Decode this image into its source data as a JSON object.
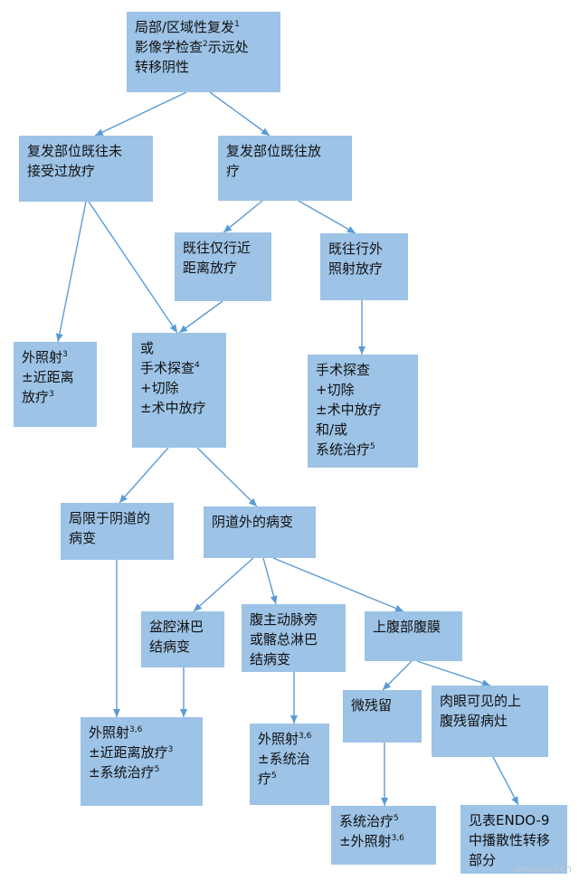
{
  "nodes": {
    "n1": {
      "lines": [
        [
          "局部/区域性复发",
          "1"
        ],
        [
          "影像学检查",
          "2",
          "示远处"
        ],
        [
          "转移阴性"
        ]
      ]
    },
    "n2": {
      "lines": [
        [
          "复发部位既往未"
        ],
        [
          "接受过放疗"
        ]
      ]
    },
    "n3": {
      "lines": [
        [
          "复发部位既往放"
        ],
        [
          "疗"
        ]
      ]
    },
    "n4": {
      "lines": [
        [
          "既往仅行近"
        ],
        [
          "距离放疗"
        ]
      ]
    },
    "n5": {
      "lines": [
        [
          "既往行外"
        ],
        [
          "照射放疗"
        ]
      ]
    },
    "n6": {
      "lines": [
        [
          "外照射",
          "3"
        ],
        [
          "±近距离"
        ],
        [
          "放疗",
          "3"
        ]
      ]
    },
    "n7": {
      "lines": [
        [
          "或"
        ],
        [
          "手术探查",
          "4"
        ],
        [
          "+切除"
        ],
        [
          "±术中放疗"
        ]
      ]
    },
    "n8": {
      "lines": [
        [
          "手术探查"
        ],
        [
          "+切除"
        ],
        [
          "±术中放疗"
        ],
        [
          "和/或"
        ],
        [
          "系统治疗",
          "5"
        ]
      ]
    },
    "n9": {
      "lines": [
        [
          "局限于阴道的"
        ],
        [
          "病变"
        ]
      ]
    },
    "n10": {
      "lines": [
        [
          "阴道外的病变"
        ]
      ]
    },
    "n11": {
      "lines": [
        [
          "盆腔淋巴"
        ],
        [
          "结病变"
        ]
      ]
    },
    "n12": {
      "lines": [
        [
          "腹主动脉旁"
        ],
        [
          "或髂总淋巴"
        ],
        [
          "结病变"
        ]
      ]
    },
    "n13": {
      "lines": [
        [
          "上腹部腹膜"
        ]
      ]
    },
    "n14": {
      "lines": [
        [
          "微残留"
        ]
      ]
    },
    "n15": {
      "lines": [
        [
          "肉眼可见的上"
        ],
        [
          "腹残留病灶"
        ]
      ]
    },
    "n16": {
      "lines": [
        [
          "外照射",
          "3,6"
        ],
        [
          "±近距离放疗",
          "3"
        ],
        [
          "±系统治疗",
          "5"
        ]
      ]
    },
    "n17": {
      "lines": [
        [
          "外照射",
          "3,6"
        ],
        [
          "±系统治"
        ],
        [
          "疗",
          "5"
        ]
      ]
    },
    "n18": {
      "lines": [
        [
          "系统治疗",
          "5"
        ],
        [
          "±外照射",
          "3,6"
        ]
      ]
    },
    "n19": {
      "lines": [
        [
          "见表ENDO-9"
        ],
        [
          "中播散性转移"
        ],
        [
          "部分"
        ]
      ]
    }
  },
  "colors": {
    "box_fill": "#9dc3e6",
    "arrow": "#5b9bd5"
  },
  "watermark": "www.gxy.cn"
}
